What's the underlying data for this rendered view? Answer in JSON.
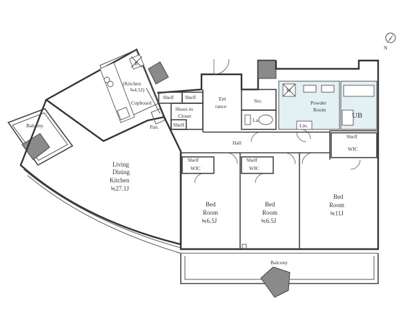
{
  "compass": {
    "north_label": "N"
  },
  "rooms": {
    "balcony_left": {
      "name": "Balcony"
    },
    "kitchen": {
      "line1": "(Kitchen",
      "line2": "≒4.5J)"
    },
    "cupboard": {
      "name": "Cupboard"
    },
    "pan": {
      "name": "Pan."
    },
    "ldk": {
      "line1": "Living",
      "line2": "Dining",
      "line3": "Kitchen",
      "line4": "≒27.1J"
    },
    "shelf_a": {
      "name": "Shelf"
    },
    "shelf_b": {
      "name": "Shelf"
    },
    "shelf_c": {
      "name": "Shelf"
    },
    "shoes_closet": {
      "line1": "Shoes in",
      "line2": "Closet"
    },
    "entrance": {
      "line1": "Ent",
      "line2": "rance"
    },
    "sto": {
      "name": "Sto."
    },
    "laundry": {
      "name": "La."
    },
    "powder_room": {
      "line1": "Powder",
      "line2": "Room"
    },
    "linen": {
      "name": "Lin."
    },
    "ub": {
      "name": "UB"
    },
    "hall": {
      "name": "Hall"
    },
    "wic1": {
      "shelf": "Shelf",
      "name": "WIC"
    },
    "wic2": {
      "shelf": "Shelf",
      "name": "WIC"
    },
    "wic3": {
      "shelf": "Shelf",
      "name": "WIC"
    },
    "bed1": {
      "line1": "Bed",
      "line2": "Room",
      "line3": "≒6.5J"
    },
    "bed2": {
      "line1": "Bed",
      "line2": "Room",
      "line3": "≒6.5J"
    },
    "bed3": {
      "line1": "Bed",
      "line2": "Room",
      "line3": "≒11J"
    },
    "balcony_bottom": {
      "name": "Balcony"
    }
  },
  "fixtures": {
    "fridge_mark": "R",
    "washer_mark": "W"
  },
  "colors": {
    "wall": "#444444",
    "wet_area": "#e3f1f5",
    "column": "#8a8a8a"
  }
}
